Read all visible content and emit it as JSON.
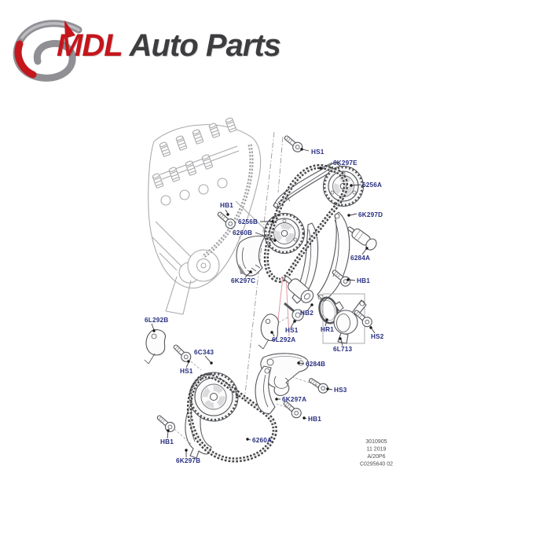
{
  "logo": {
    "brand": "MDL",
    "suffix": "Auto Parts",
    "brand_color": "#c4161c",
    "suffix_color": "#3d3d40",
    "swoosh_gray": "#909094"
  },
  "diagram": {
    "label_color": "#272e80",
    "labels": [
      {
        "id": "hs1-top",
        "text": "HS1"
      },
      {
        "id": "6k297e",
        "text": "6K297E"
      },
      {
        "id": "6256a",
        "text": "6256A"
      },
      {
        "id": "6k297d",
        "text": "6K297D"
      },
      {
        "id": "hb1-left",
        "text": "HB1"
      },
      {
        "id": "6256b",
        "text": "6256B"
      },
      {
        "id": "6260b",
        "text": "6260B"
      },
      {
        "id": "6284a",
        "text": "6284A"
      },
      {
        "id": "hb1-right",
        "text": "HB1"
      },
      {
        "id": "6k297c",
        "text": "6K297C"
      },
      {
        "id": "hb2",
        "text": "HB2"
      },
      {
        "id": "hs1-mid",
        "text": "HS1"
      },
      {
        "id": "6l292a",
        "text": "6L292A"
      },
      {
        "id": "hr1",
        "text": "HR1"
      },
      {
        "id": "6l713",
        "text": "6L713"
      },
      {
        "id": "hs2",
        "text": "HS2"
      },
      {
        "id": "6l292b",
        "text": "6L292B"
      },
      {
        "id": "hs1-left",
        "text": "HS1"
      },
      {
        "id": "6c343",
        "text": "6C343"
      },
      {
        "id": "6284b",
        "text": "6284B"
      },
      {
        "id": "hs3",
        "text": "HS3"
      },
      {
        "id": "6k297a",
        "text": "6K297A"
      },
      {
        "id": "hb1-mid",
        "text": "HB1"
      },
      {
        "id": "6260a",
        "text": "6260A"
      },
      {
        "id": "hb1-bottom-left",
        "text": "HB1"
      },
      {
        "id": "6k297b",
        "text": "6K297B"
      }
    ]
  },
  "footer": {
    "lines": [
      "3010905",
      "11 2019",
      "A/20P6",
      "C0295640 02"
    ]
  }
}
